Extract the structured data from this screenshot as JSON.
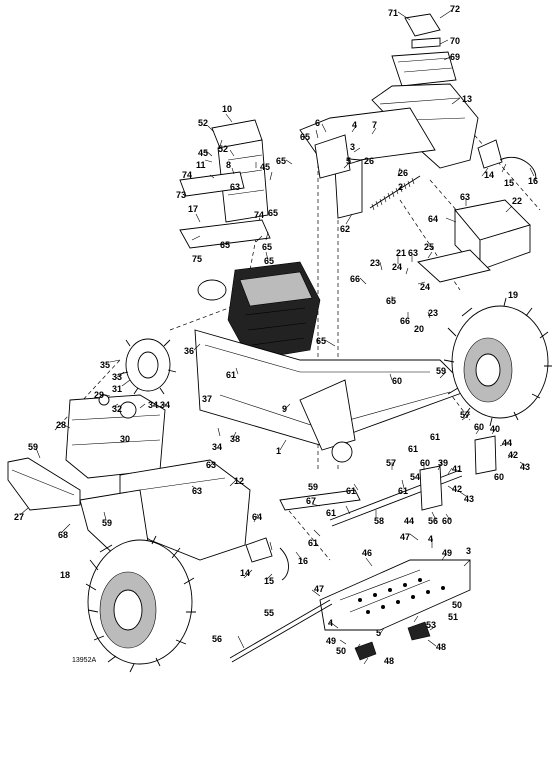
{
  "figure_id": "13952A",
  "callouts": [
    "1",
    "2",
    "3",
    "4",
    "5",
    "6",
    "7",
    "8",
    "9",
    "10",
    "11",
    "12",
    "13",
    "14",
    "15",
    "16",
    "17",
    "18",
    "19",
    "20",
    "21",
    "22",
    "23",
    "24",
    "25",
    "26",
    "27",
    "28",
    "29",
    "30",
    "31",
    "32",
    "33",
    "34",
    "35",
    "36",
    "37",
    "38",
    "39",
    "40",
    "41",
    "42",
    "43",
    "44",
    "45",
    "46",
    "47",
    "48",
    "49",
    "50",
    "51",
    "52",
    "53",
    "54",
    "55",
    "56",
    "57",
    "58",
    "59",
    "60",
    "61",
    "62",
    "63",
    "64",
    "65",
    "66",
    "67",
    "68",
    "69",
    "70",
    "71",
    "72",
    "73",
    "74",
    "75"
  ]
}
